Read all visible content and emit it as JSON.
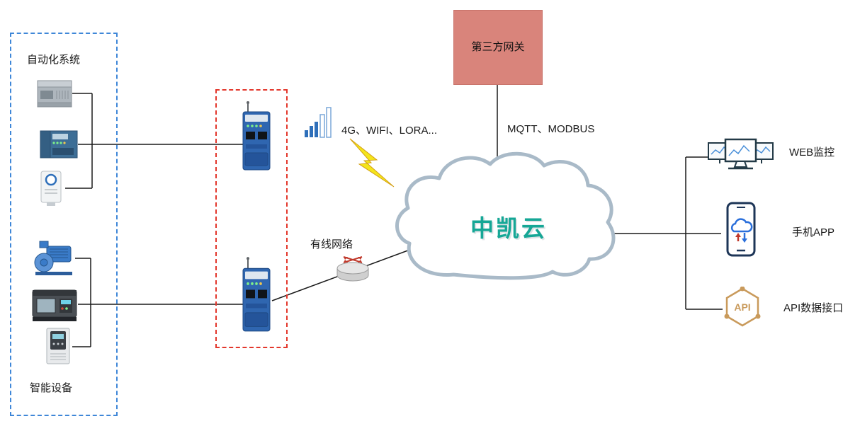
{
  "diagram": {
    "left_panel": {
      "top_label": "自动化系统",
      "bottom_label": "智能设备"
    },
    "links": {
      "wireless": "4G、WIFI、LORA...",
      "wired": "有线网络",
      "protocols": "MQTT、MODBUS"
    },
    "third_party": {
      "label": "第三方网关"
    },
    "cloud": {
      "label": "中凯云"
    },
    "right_items": [
      {
        "label": "WEB监控"
      },
      {
        "label": "手机APP"
      },
      {
        "label": "API数据接口"
      }
    ],
    "api_icon_text": "API",
    "colors": {
      "left_box_border": "#3f87d8",
      "gateway_box_border": "#e3372c",
      "third_party_fill": "#d9847b",
      "cloud_outline": "#a9bac8",
      "cloud_text": "#16a796",
      "device_blue": "#2f66b0",
      "lightning_yellow": "#f4e51b",
      "api_gold": "#c99a5b",
      "line_color": "#1a1a1a"
    }
  }
}
